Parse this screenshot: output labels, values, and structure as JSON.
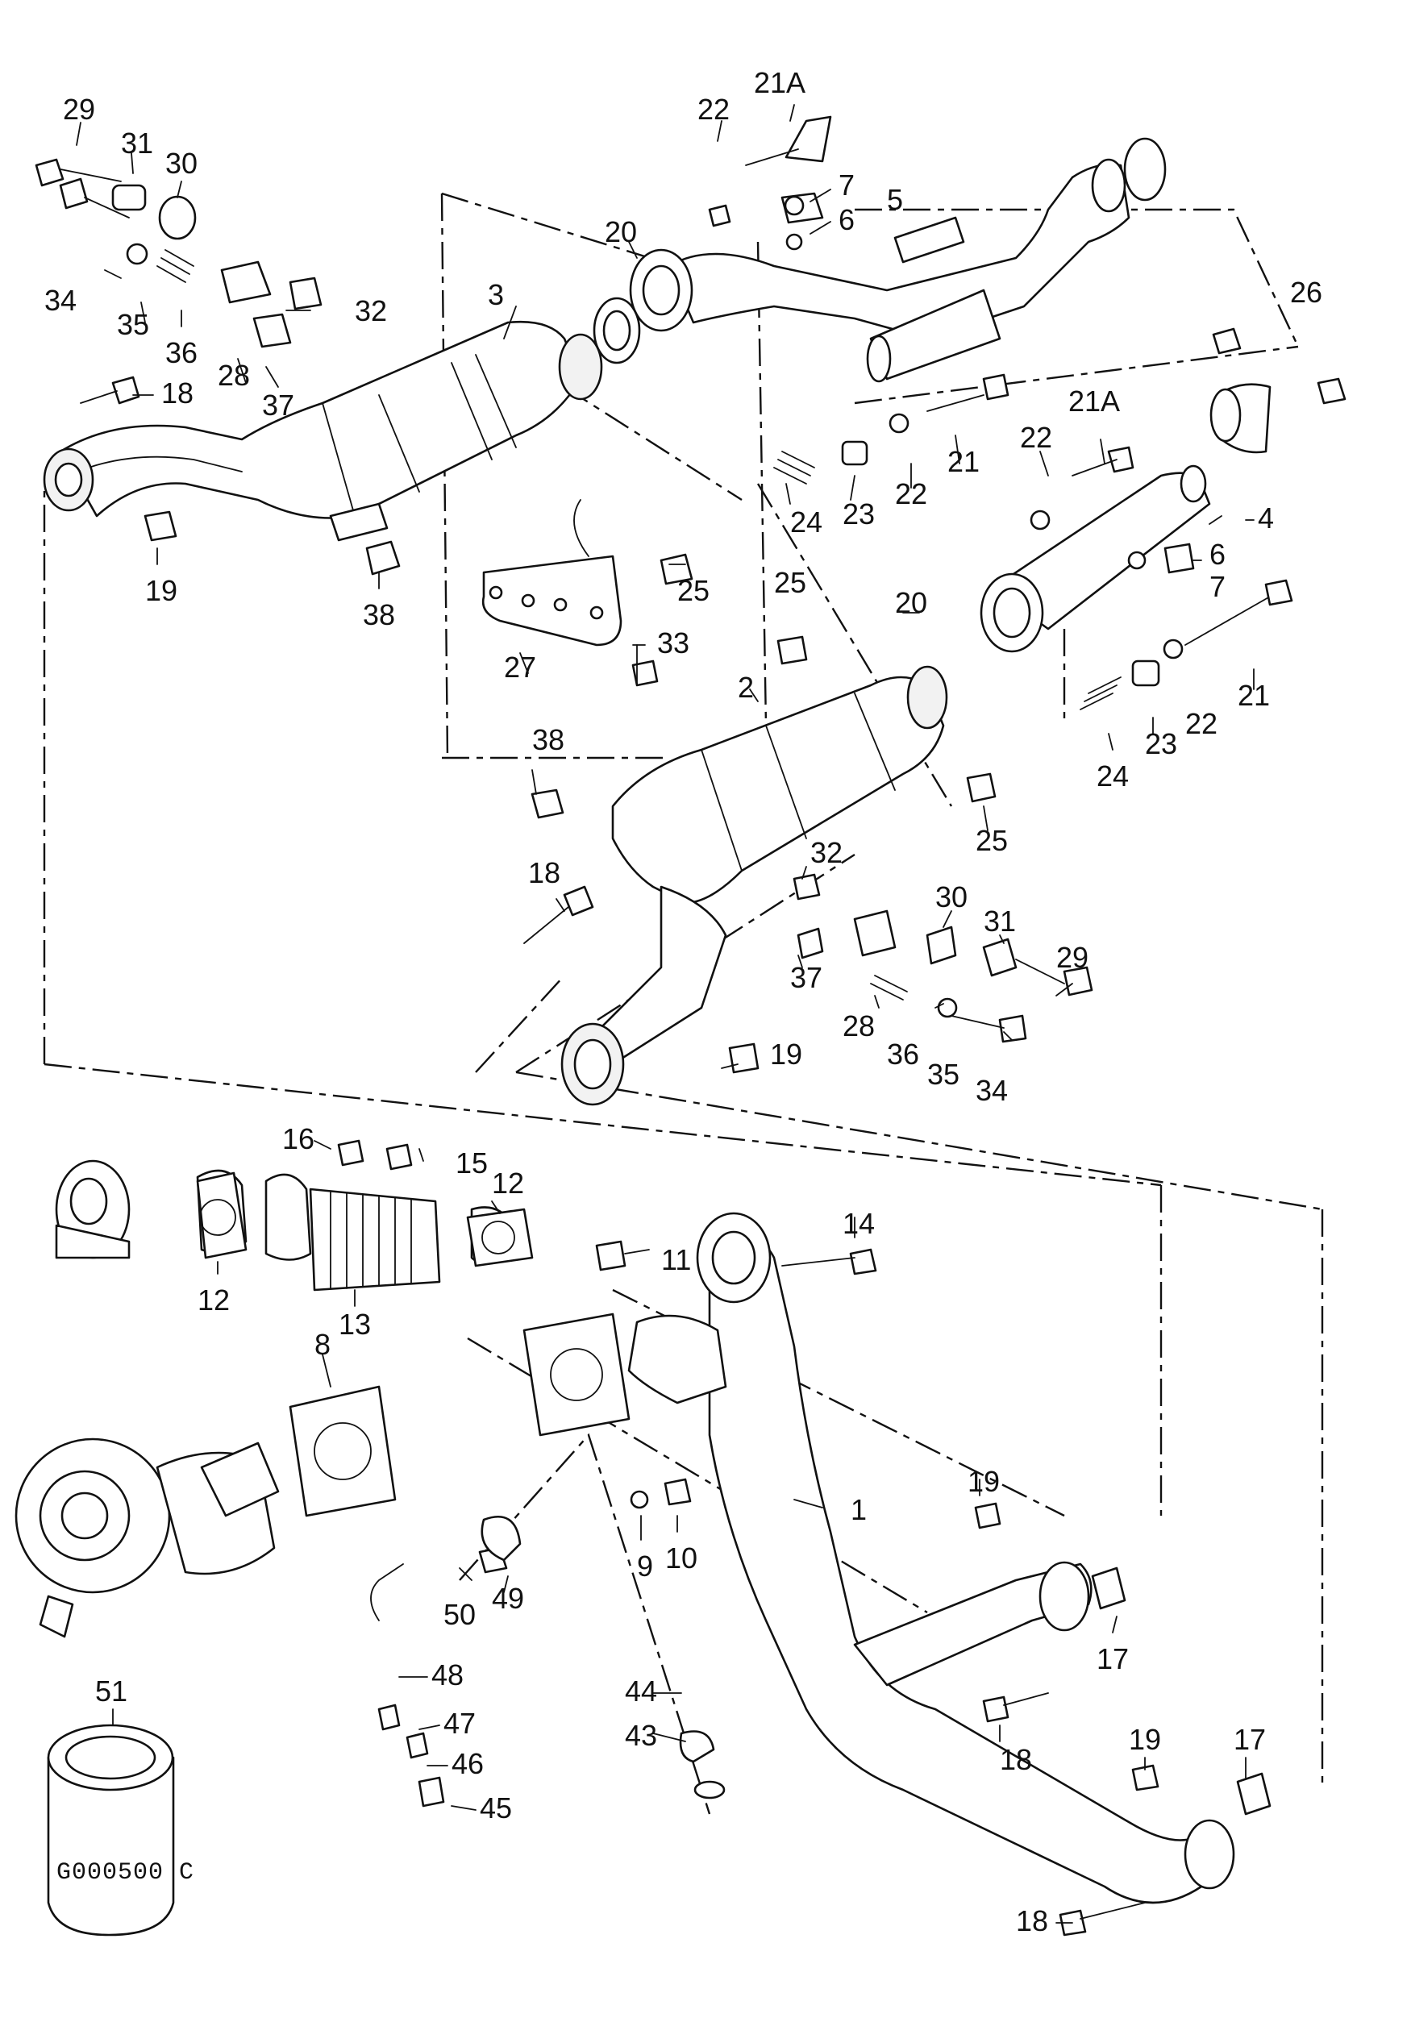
{
  "callouts": [
    {
      "id": "c29a",
      "text": "29"
    },
    {
      "id": "c31a",
      "text": "31"
    },
    {
      "id": "c30a",
      "text": "30"
    },
    {
      "id": "c34a",
      "text": "34"
    },
    {
      "id": "c35a",
      "text": "35"
    },
    {
      "id": "c36a",
      "text": "36"
    },
    {
      "id": "c32a",
      "text": "32"
    },
    {
      "id": "c28a",
      "text": "28"
    },
    {
      "id": "c37a",
      "text": "37"
    },
    {
      "id": "c18a",
      "text": "18"
    },
    {
      "id": "c3",
      "text": "3"
    },
    {
      "id": "c19a",
      "text": "19"
    },
    {
      "id": "c38a",
      "text": "38"
    },
    {
      "id": "c20a",
      "text": "20"
    },
    {
      "id": "c22a",
      "text": "22"
    },
    {
      "id": "c21Aa",
      "text": "21A"
    },
    {
      "id": "c7a",
      "text": "7"
    },
    {
      "id": "c6a",
      "text": "6"
    },
    {
      "id": "c5",
      "text": "5"
    },
    {
      "id": "c26",
      "text": "26"
    },
    {
      "id": "c21Ab",
      "text": "21A"
    },
    {
      "id": "c22b",
      "text": "22"
    },
    {
      "id": "c21a",
      "text": "21"
    },
    {
      "id": "c22c",
      "text": "22"
    },
    {
      "id": "c23a",
      "text": "23"
    },
    {
      "id": "c24a",
      "text": "24"
    },
    {
      "id": "c6b",
      "text": "6"
    },
    {
      "id": "c4",
      "text": "4"
    },
    {
      "id": "c7b",
      "text": "7"
    },
    {
      "id": "c25a",
      "text": "25"
    },
    {
      "id": "c33",
      "text": "33"
    },
    {
      "id": "c27",
      "text": "27"
    },
    {
      "id": "c25b",
      "text": "25"
    },
    {
      "id": "c20b",
      "text": "20"
    },
    {
      "id": "c21b",
      "text": "21"
    },
    {
      "id": "c2",
      "text": "2"
    },
    {
      "id": "c23b",
      "text": "23"
    },
    {
      "id": "c22d",
      "text": "22"
    },
    {
      "id": "c24b",
      "text": "24"
    },
    {
      "id": "c38b",
      "text": "38"
    },
    {
      "id": "c25c",
      "text": "25"
    },
    {
      "id": "c32b",
      "text": "32"
    },
    {
      "id": "c18b",
      "text": "18"
    },
    {
      "id": "c30b",
      "text": "30"
    },
    {
      "id": "c31b",
      "text": "31"
    },
    {
      "id": "c29b",
      "text": "29"
    },
    {
      "id": "c37b",
      "text": "37"
    },
    {
      "id": "c28b",
      "text": "28"
    },
    {
      "id": "c36b",
      "text": "36"
    },
    {
      "id": "c35b",
      "text": "35"
    },
    {
      "id": "c34b",
      "text": "34"
    },
    {
      "id": "c19b",
      "text": "19"
    },
    {
      "id": "c16",
      "text": "16"
    },
    {
      "id": "c15",
      "text": "15"
    },
    {
      "id": "c12a",
      "text": "12"
    },
    {
      "id": "c12b",
      "text": "12"
    },
    {
      "id": "c13",
      "text": "13"
    },
    {
      "id": "c14",
      "text": "14"
    },
    {
      "id": "c11",
      "text": "11"
    },
    {
      "id": "c8",
      "text": "8"
    },
    {
      "id": "c1",
      "text": "1"
    },
    {
      "id": "c19c",
      "text": "19"
    },
    {
      "id": "c9",
      "text": "9"
    },
    {
      "id": "c10",
      "text": "10"
    },
    {
      "id": "c50",
      "text": "50"
    },
    {
      "id": "c49",
      "text": "49"
    },
    {
      "id": "c48",
      "text": "48"
    },
    {
      "id": "c17a",
      "text": "17"
    },
    {
      "id": "c18c",
      "text": "18"
    },
    {
      "id": "c44",
      "text": "44"
    },
    {
      "id": "c43",
      "text": "43"
    },
    {
      "id": "c47",
      "text": "47"
    },
    {
      "id": "c46",
      "text": "46"
    },
    {
      "id": "c45",
      "text": "45"
    },
    {
      "id": "c51",
      "text": "51"
    },
    {
      "id": "c19d",
      "text": "19"
    },
    {
      "id": "c17b",
      "text": "17"
    },
    {
      "id": "c18d",
      "text": "18"
    }
  ],
  "sleeve_stamp": "G000500 C"
}
